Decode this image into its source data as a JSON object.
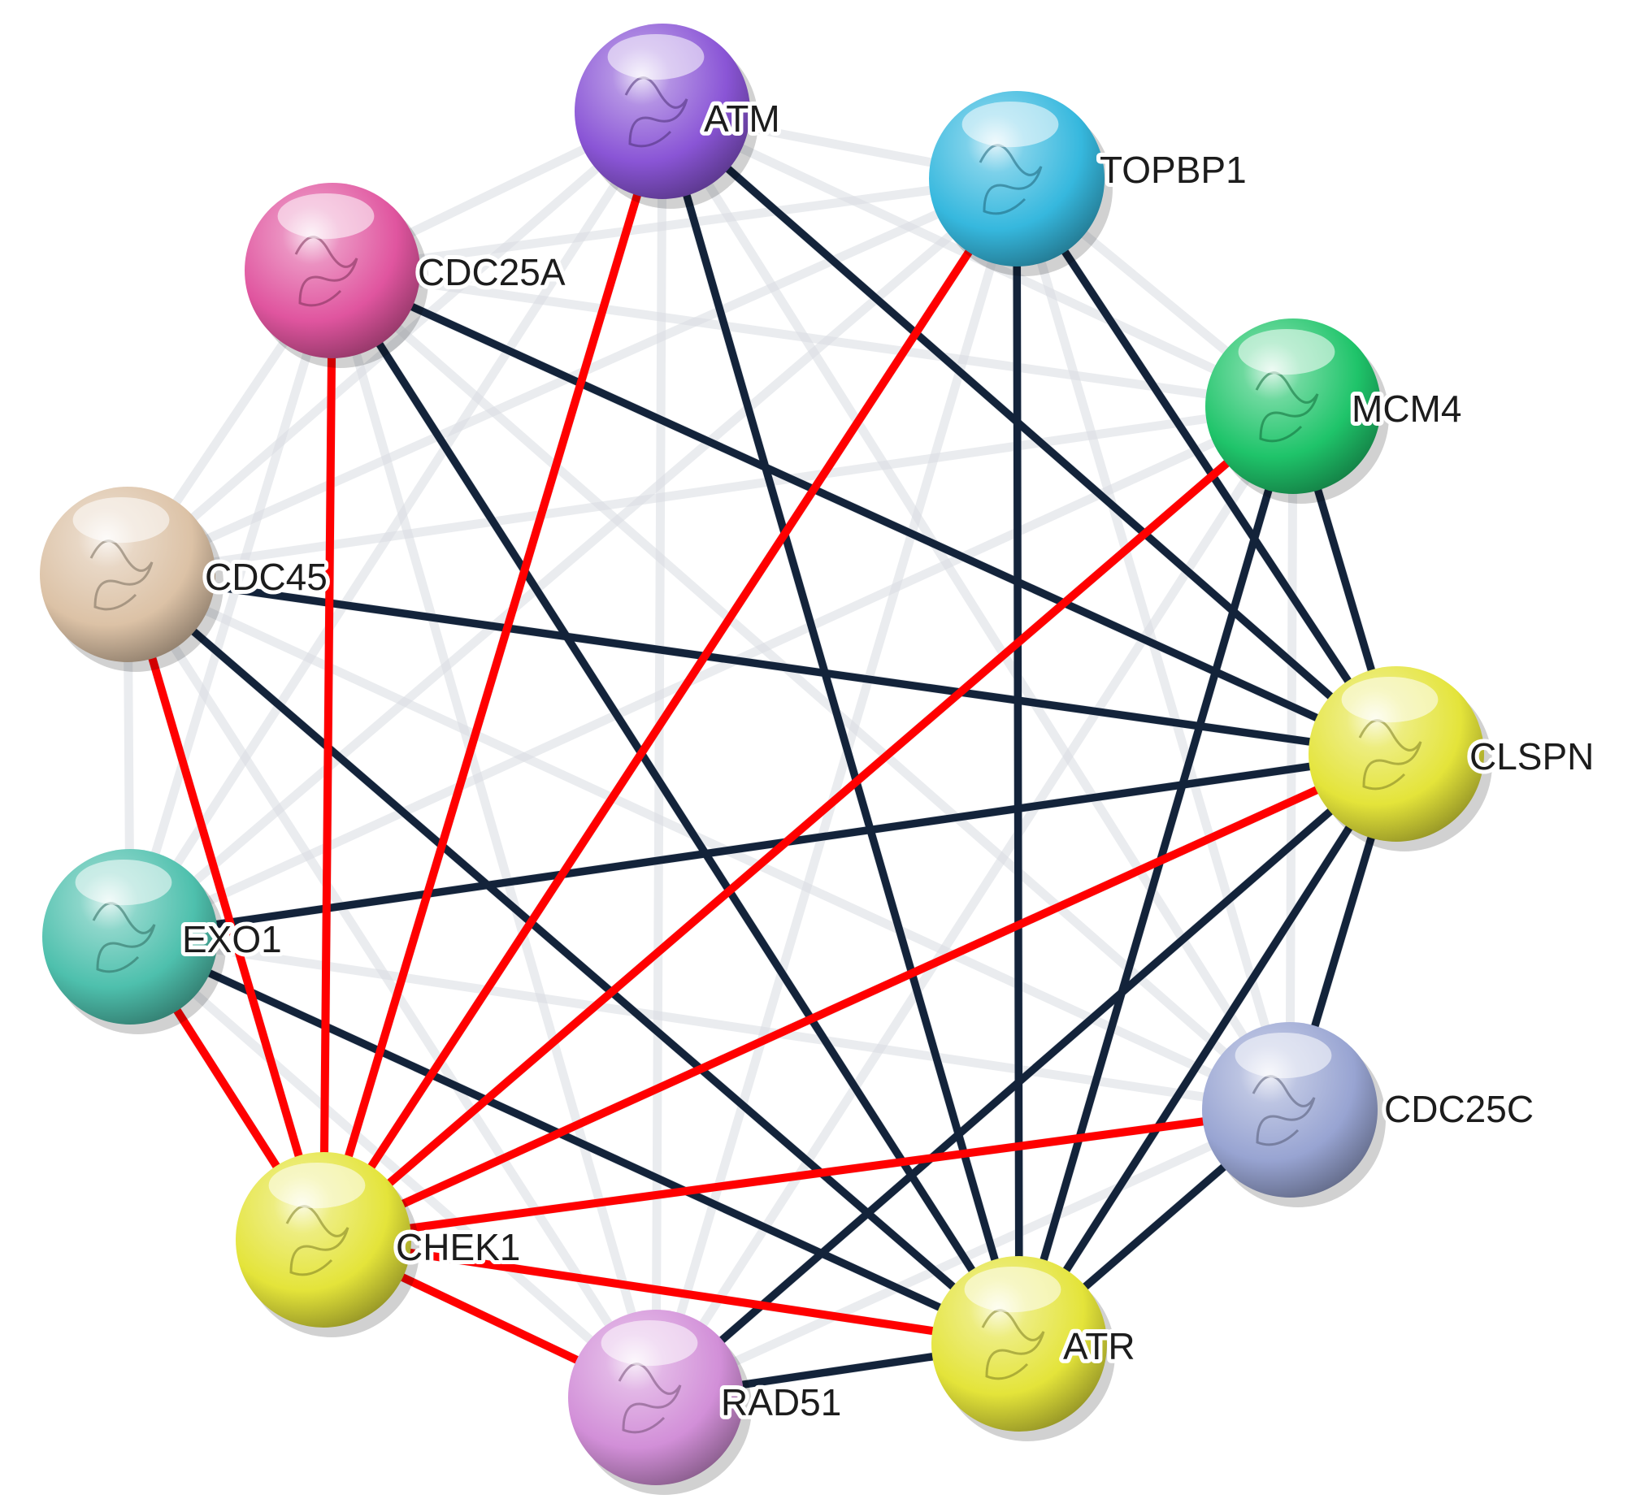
{
  "network": {
    "colors": {
      "background": "#ffffff",
      "faint_edge": "#d9dde2",
      "dark_edge": "#13233a",
      "red_edge": "#ff0000"
    },
    "nodes": [
      {
        "id": "ATM",
        "label": "ATM",
        "color": "#8a55d6"
      },
      {
        "id": "TOPBP1",
        "label": "TOPBP1",
        "color": "#36b8de"
      },
      {
        "id": "CDC25A",
        "label": "CDC25A",
        "color": "#e0559f"
      },
      {
        "id": "MCM4",
        "label": "MCM4",
        "color": "#1fc46a"
      },
      {
        "id": "CDC45",
        "label": "CDC45",
        "color": "#dcc2a6"
      },
      {
        "id": "CLSPN",
        "label": "CLSPN",
        "color": "#e4e43a"
      },
      {
        "id": "EXO1",
        "label": "EXO1",
        "color": "#4ec0ad"
      },
      {
        "id": "CDC25C",
        "label": "CDC25C",
        "color": "#98a4d2"
      },
      {
        "id": "CHEK1",
        "label": "CHEK1",
        "color": "#e4e43a"
      },
      {
        "id": "ATR",
        "label": "ATR",
        "color": "#e4e43a"
      },
      {
        "id": "RAD51",
        "label": "RAD51",
        "color": "#d28fd8"
      }
    ],
    "edges": [
      {
        "source": "CHEK1",
        "target": "ATM",
        "type": "red"
      },
      {
        "source": "CHEK1",
        "target": "CDC25A",
        "type": "red"
      },
      {
        "source": "CHEK1",
        "target": "TOPBP1",
        "type": "red"
      },
      {
        "source": "CHEK1",
        "target": "MCM4",
        "type": "red"
      },
      {
        "source": "CHEK1",
        "target": "CDC45",
        "type": "red"
      },
      {
        "source": "CHEK1",
        "target": "EXO1",
        "type": "red"
      },
      {
        "source": "CHEK1",
        "target": "CLSPN",
        "type": "red"
      },
      {
        "source": "CHEK1",
        "target": "CDC25C",
        "type": "red"
      },
      {
        "source": "CHEK1",
        "target": "ATR",
        "type": "red"
      },
      {
        "source": "CHEK1",
        "target": "RAD51",
        "type": "red"
      },
      {
        "source": "ATM",
        "target": "ATR",
        "type": "dark"
      },
      {
        "source": "ATM",
        "target": "CLSPN",
        "type": "dark"
      },
      {
        "source": "TOPBP1",
        "target": "ATR",
        "type": "dark"
      },
      {
        "source": "TOPBP1",
        "target": "CLSPN",
        "type": "dark"
      },
      {
        "source": "CDC25A",
        "target": "ATR",
        "type": "dark"
      },
      {
        "source": "CDC25A",
        "target": "CLSPN",
        "type": "dark"
      },
      {
        "source": "MCM4",
        "target": "ATR",
        "type": "dark"
      },
      {
        "source": "MCM4",
        "target": "CLSPN",
        "type": "dark"
      },
      {
        "source": "CDC45",
        "target": "CLSPN",
        "type": "dark"
      },
      {
        "source": "CDC45",
        "target": "ATR",
        "type": "dark"
      },
      {
        "source": "EXO1",
        "target": "CLSPN",
        "type": "dark"
      },
      {
        "source": "EXO1",
        "target": "ATR",
        "type": "dark"
      },
      {
        "source": "CLSPN",
        "target": "ATR",
        "type": "dark"
      },
      {
        "source": "CLSPN",
        "target": "RAD51",
        "type": "dark"
      },
      {
        "source": "CLSPN",
        "target": "CDC25C",
        "type": "dark"
      },
      {
        "source": "CDC25C",
        "target": "ATR",
        "type": "dark"
      },
      {
        "source": "RAD51",
        "target": "ATR",
        "type": "dark"
      }
    ]
  }
}
